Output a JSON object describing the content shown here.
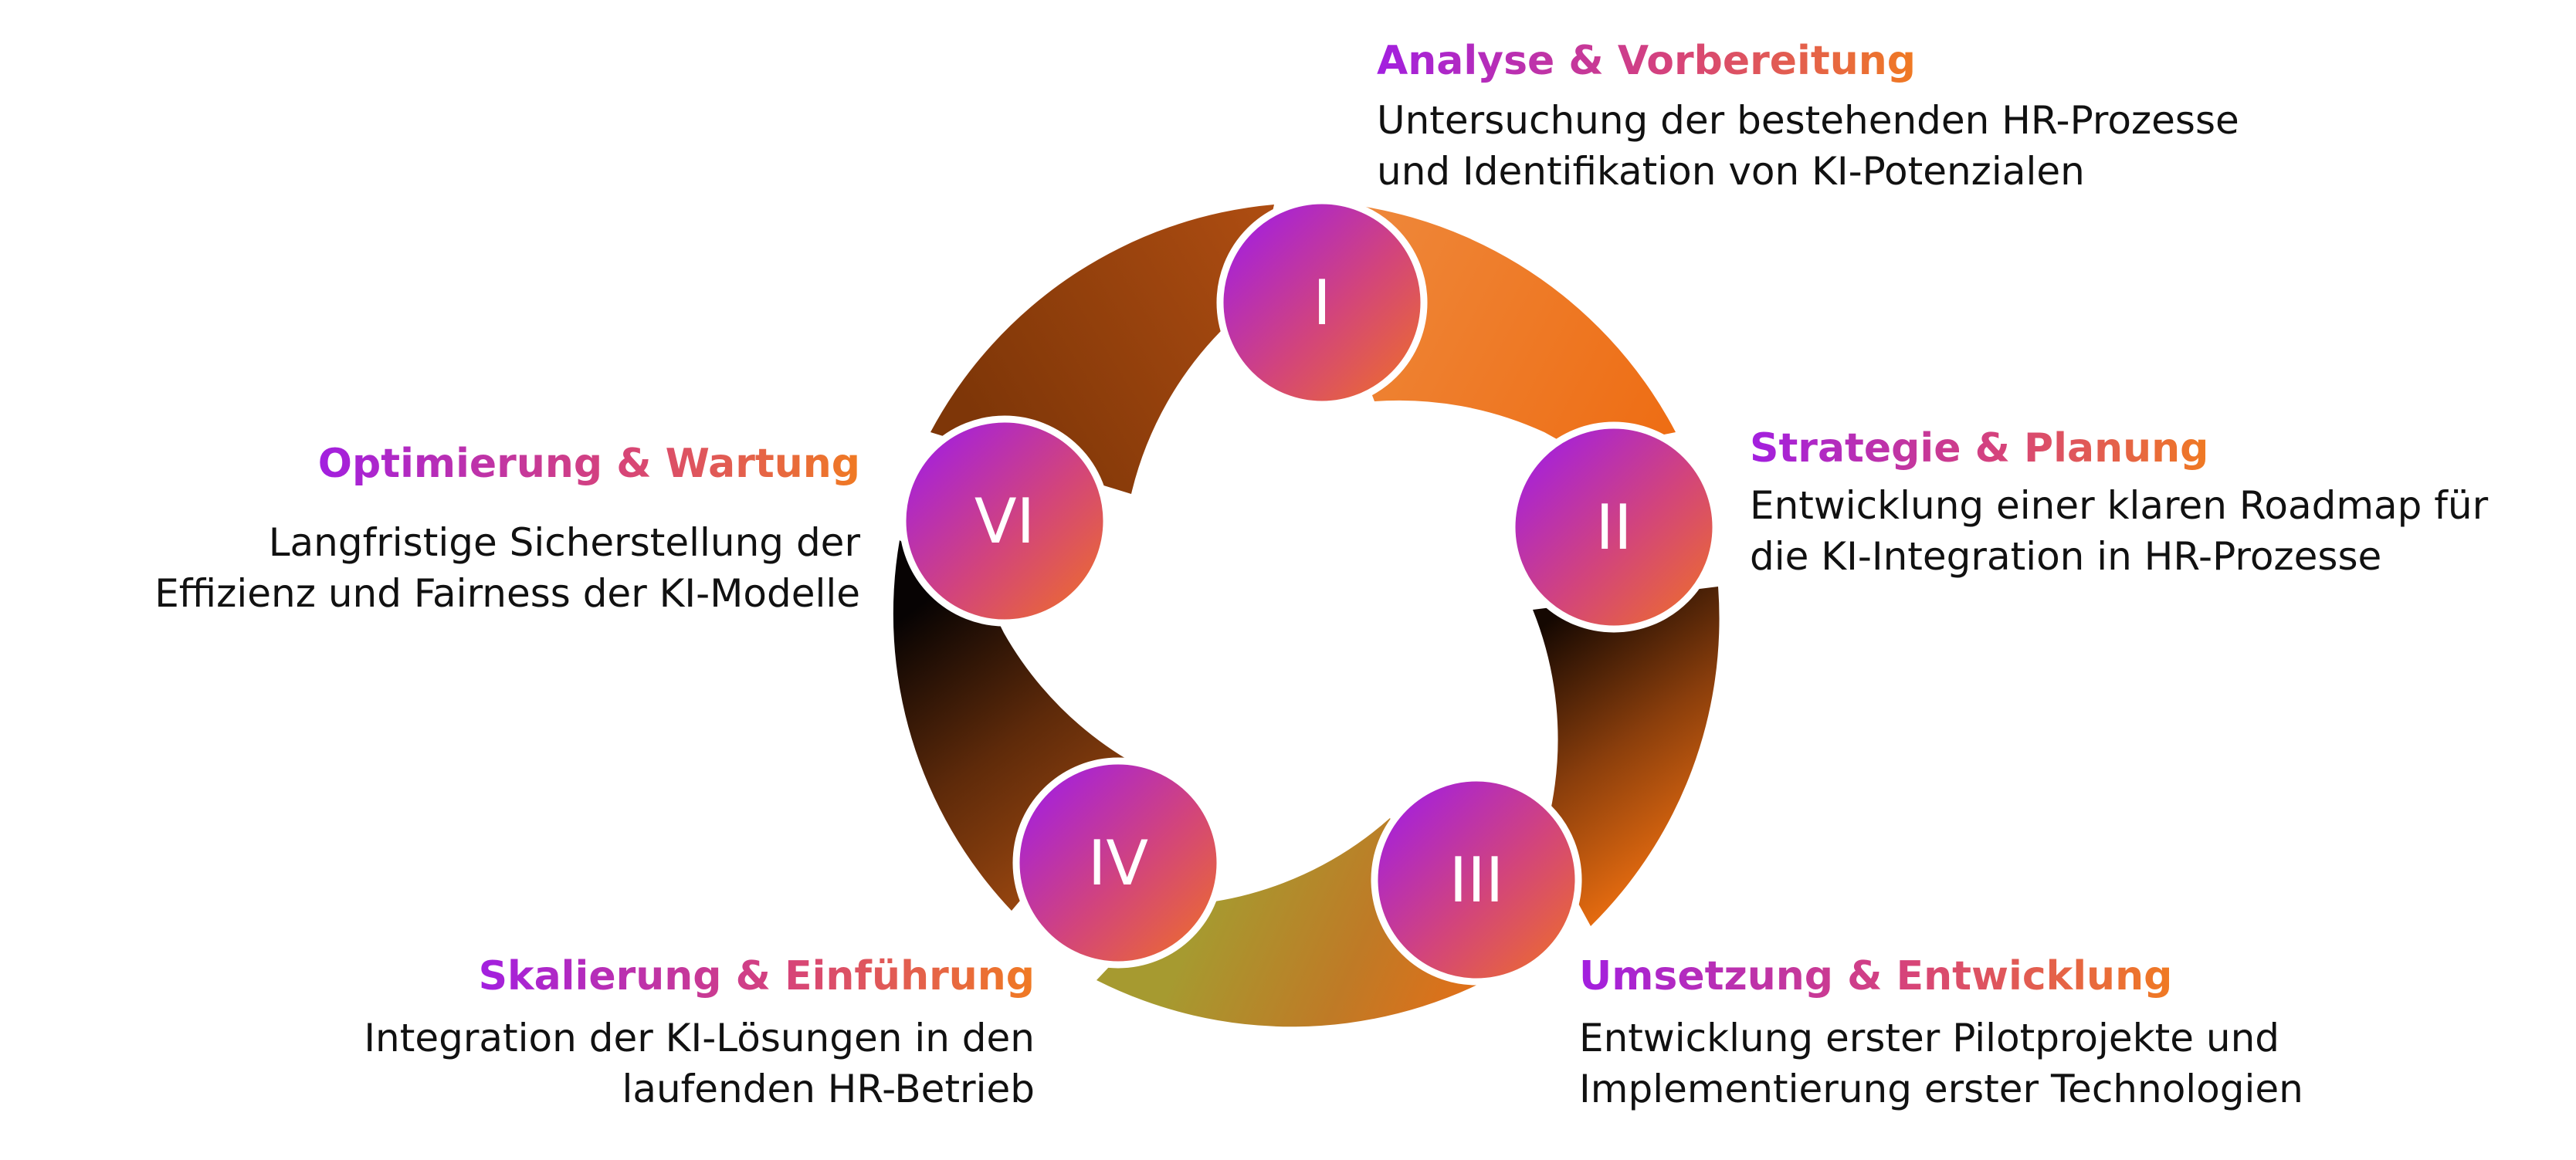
{
  "steps": [
    {
      "numeral": "I",
      "title": "Analyse & Vorbereitung",
      "lines": [
        "Untersuchung der bestehenden HR-Prozesse",
        "und Identifikation von KI-Potenzialen"
      ]
    },
    {
      "numeral": "II",
      "title": "Strategie & Planung",
      "lines": [
        "Entwicklung einer klaren Roadmap für",
        "die KI-Integration in HR-Prozesse"
      ]
    },
    {
      "numeral": "III",
      "title": "Umsetzung & Entwicklung",
      "lines": [
        "Entwicklung erster Pilotprojekte und",
        "Implementierung erster Technologien"
      ]
    },
    {
      "numeral": "IV",
      "title": "Skalierung & Einführung",
      "lines": [
        "Integration der KI-Lösungen in den",
        "laufenden HR-Betrieb"
      ]
    },
    {
      "numeral": "VI",
      "title": "Optimierung & Wartung",
      "lines": [
        "Langfristige Sicherstellung der",
        "Effizienz und Fairness der KI-Modelle"
      ]
    }
  ],
  "colors": {
    "title_gradient": [
      "#a21fe0",
      "#d6437a",
      "#f07a22"
    ],
    "node_gradient": [
      "#9a18f2",
      "#d2447c",
      "#f17320"
    ],
    "text": "#111111",
    "node_border": "#ffffff"
  }
}
